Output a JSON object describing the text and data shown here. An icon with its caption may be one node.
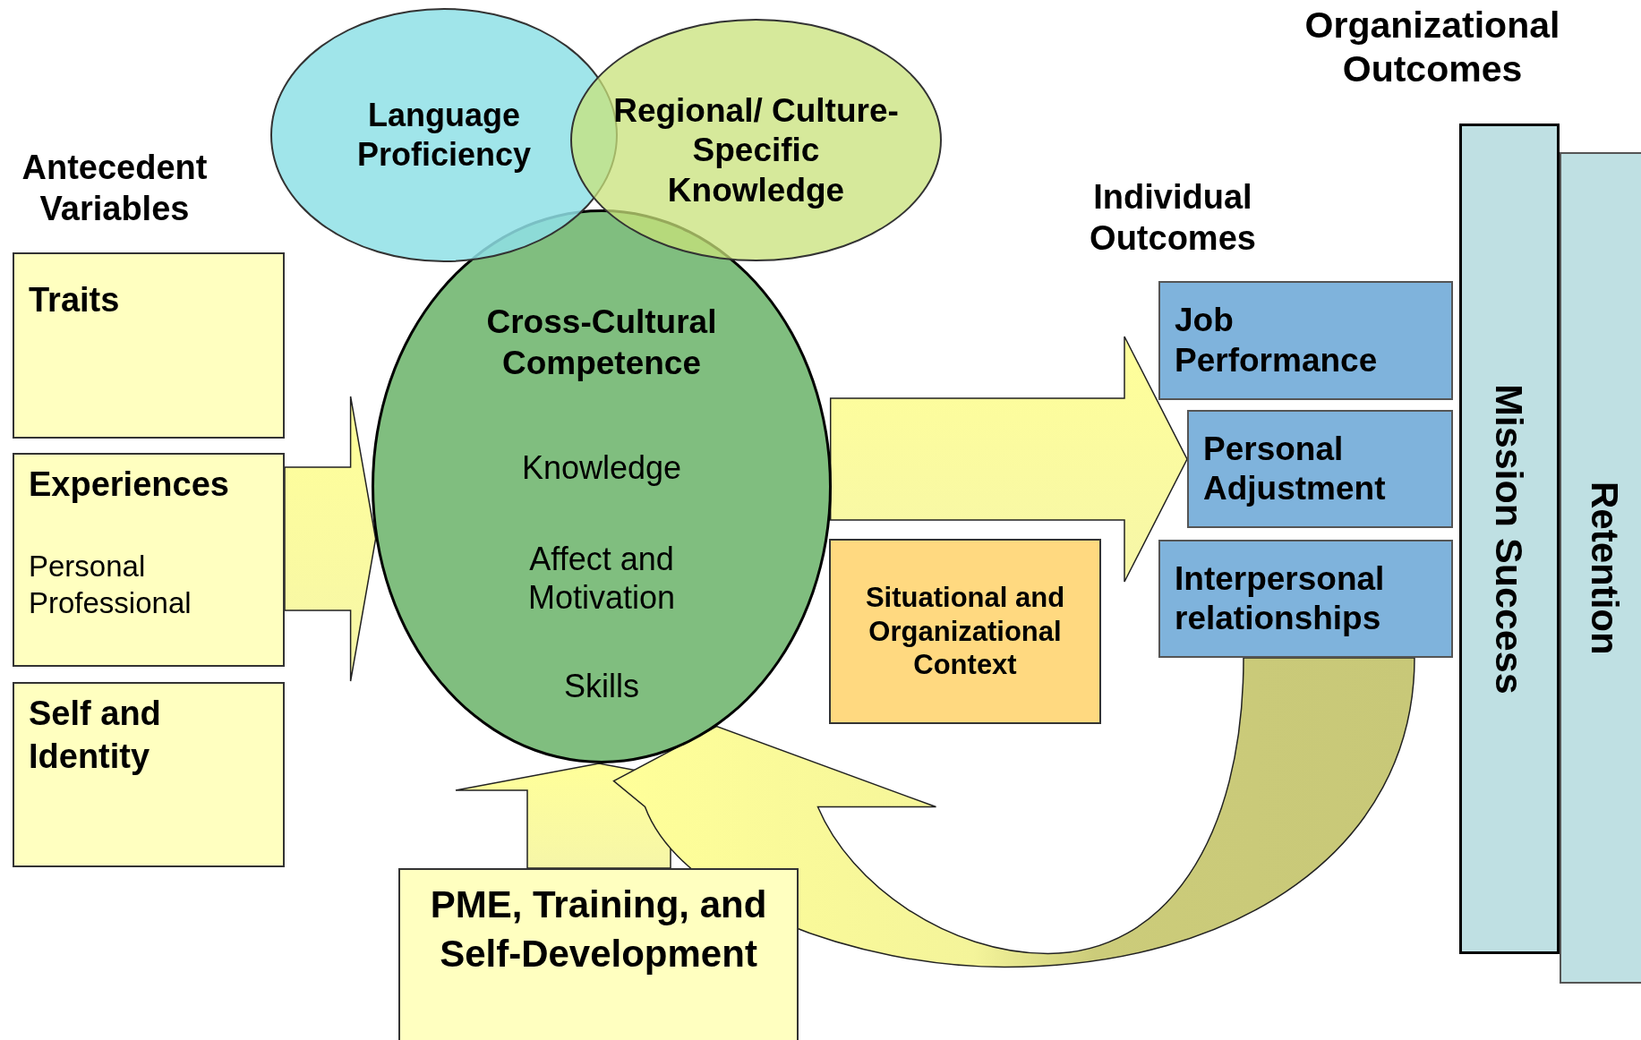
{
  "diagram": {
    "nodes": [
      {
        "text": [
          "Traits"
        ]
      },
      {
        "text": [
          "Experiences",
          "Personal",
          "Professional"
        ]
      },
      {
        "text": [
          "Self and Identity"
        ]
      },
      {
        "text": [
          "Language Proficiency"
        ]
      },
      {
        "text": [
          "Regional/ Culture-Specific Knowledge"
        ]
      },
      {
        "text": [
          "Cross-Cultural Competence",
          "Knowledge",
          "Affect and Motivation",
          "Skills"
        ]
      },
      {
        "text": [
          "Situational and Organizational Context"
        ]
      },
      {
        "text": [
          "Job Performance"
        ]
      },
      {
        "text": [
          "Personal Adjustment"
        ]
      },
      {
        "text": [
          "Interpersonal relationships"
        ]
      },
      {
        "text": [
          "Mission Success"
        ]
      },
      {
        "text": [
          "Retention"
        ]
      },
      {
        "text": [
          "PME, Training, and Self-Development"
        ]
      }
    ],
    "edges": [
      {
        "from": 1,
        "to": 5,
        "arrow": "to"
      },
      {
        "from": 5,
        "to": 8,
        "arrow": "to"
      },
      {
        "from": 12,
        "to": 5,
        "arrow": "to"
      },
      {
        "from": 9,
        "to": 5,
        "arrow": "to"
      }
    ],
    "labels": [
      "Organizational Outcomes",
      "Antecedent Variables",
      "Individual Outcomes"
    ]
  }
}
